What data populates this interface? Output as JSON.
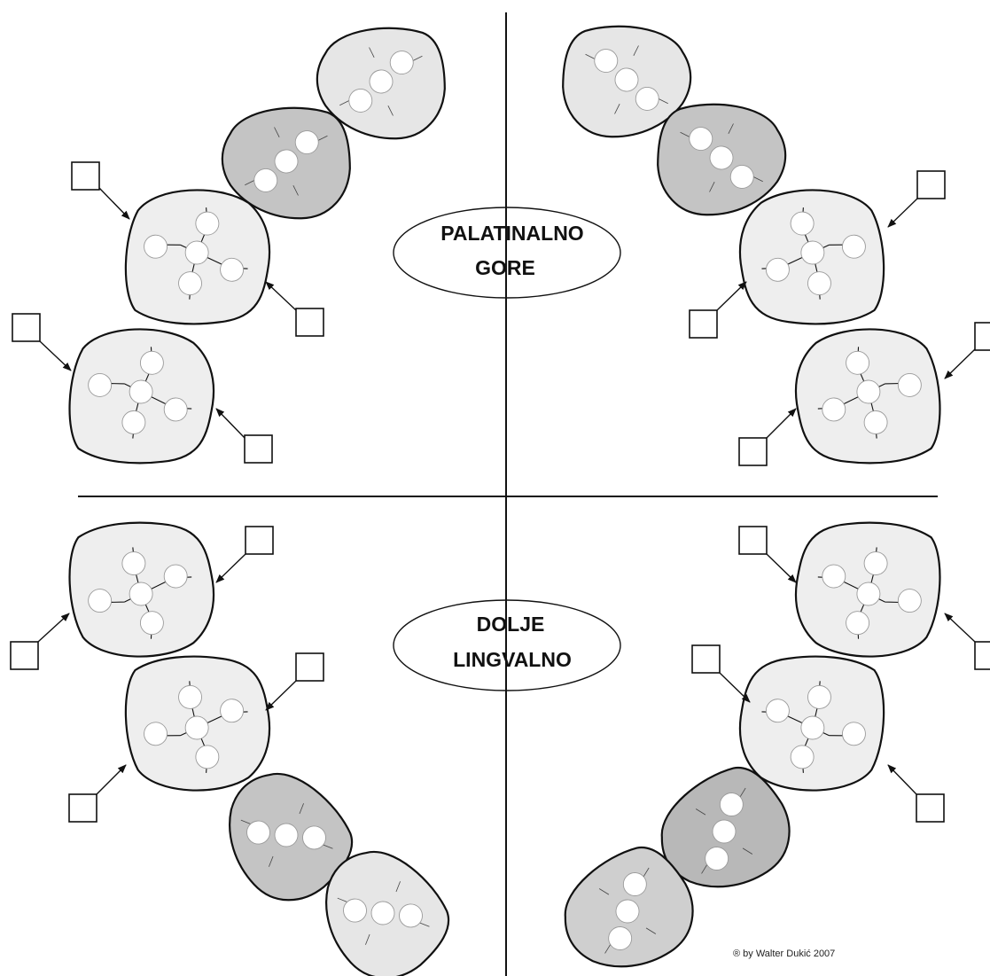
{
  "upper_label": {
    "line1": "PALATINALNO",
    "line2": "GORE"
  },
  "lower_label": {
    "line1": "DOLJE",
    "line2": "LINGVALNO"
  },
  "credit": "® by Walter Dukić 2007",
  "colors": {
    "background": "#ffffff",
    "line": "#111111",
    "molar_fill": "#eeeeee",
    "premolar_light": "#e6e6e6",
    "premolar_dark": "#c4c4c4",
    "cusp_fill": "#ffffff"
  },
  "icons": [
    "tooth-molar-icon",
    "tooth-premolar-icon",
    "arrow-icon",
    "answer-box"
  ]
}
